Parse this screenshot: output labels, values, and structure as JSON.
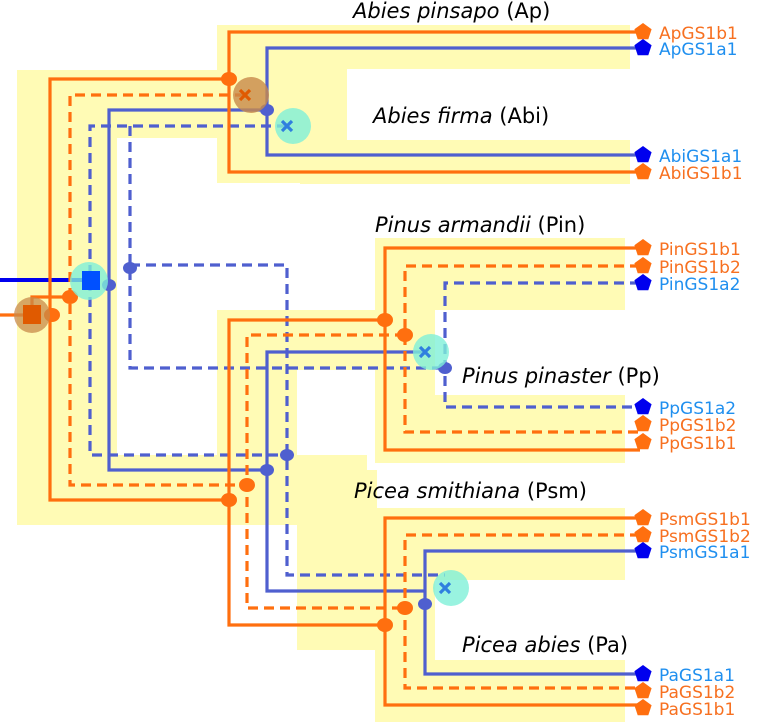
{
  "diagram": {
    "title": "Gene tree reconciliation of GS1 genes in conifers",
    "colors": {
      "band": "#fffbb5",
      "gs1b": "#ff6f0f",
      "gs1a_line": "#4f5fcf",
      "gs1a_marker": "#0000ee",
      "gs1a_label": "#1f8fef",
      "gs1b_label": "#f77020",
      "duplication_orange": "#c8894a",
      "loss_cyan": "#80f0d8"
    },
    "species": [
      {
        "id": "Ap",
        "scientific": "Abies pinsapo",
        "abbr": "(Ap)"
      },
      {
        "id": "Abi",
        "scientific": "Abies firma",
        "abbr": "(Abi)"
      },
      {
        "id": "Pin",
        "scientific": "Pinus armandii",
        "abbr": "(Pin)"
      },
      {
        "id": "Pp",
        "scientific": "Pinus pinaster",
        "abbr": "(Pp)"
      },
      {
        "id": "Psm",
        "scientific": "Picea smithiana",
        "abbr": "(Psm)"
      },
      {
        "id": "Pa",
        "scientific": "Picea abies",
        "abbr": "(Pa)"
      }
    ],
    "genes": [
      {
        "label": "ApGS1b1",
        "family": "b",
        "species": "Ap"
      },
      {
        "label": "ApGS1a1",
        "family": "a",
        "species": "Ap"
      },
      {
        "label": "AbiGS1a1",
        "family": "a",
        "species": "Abi"
      },
      {
        "label": "AbiGS1b1",
        "family": "b",
        "species": "Abi"
      },
      {
        "label": "PinGS1b1",
        "family": "b",
        "species": "Pin"
      },
      {
        "label": "PinGS1b2",
        "family": "b",
        "species": "Pin"
      },
      {
        "label": "PinGS1a2",
        "family": "a",
        "species": "Pin"
      },
      {
        "label": "PpGS1a2",
        "family": "a",
        "species": "Pp"
      },
      {
        "label": "PpGS1b2",
        "family": "b",
        "species": "Pp"
      },
      {
        "label": "PpGS1b1",
        "family": "b",
        "species": "Pp"
      },
      {
        "label": "PsmGS1b1",
        "family": "b",
        "species": "Psm"
      },
      {
        "label": "PsmGS1b2",
        "family": "b",
        "species": "Psm"
      },
      {
        "label": "PsmGS1a1",
        "family": "a",
        "species": "Psm"
      },
      {
        "label": "PaGS1a1",
        "family": "a",
        "species": "Pa"
      },
      {
        "label": "PaGS1b2",
        "family": "b",
        "species": "Pa"
      },
      {
        "label": "PaGS1b1",
        "family": "b",
        "species": "Pa"
      }
    ],
    "events": [
      {
        "type": "duplication",
        "family": "b",
        "location": "root"
      },
      {
        "type": "duplication",
        "family": "a",
        "location": "root"
      },
      {
        "type": "loss",
        "family": "b2",
        "location": "Abies"
      },
      {
        "type": "loss",
        "family": "a2",
        "location": "Abies"
      },
      {
        "type": "loss",
        "family": "a1",
        "location": "Pinus"
      },
      {
        "type": "loss",
        "family": "a2",
        "location": "Picea"
      }
    ]
  }
}
